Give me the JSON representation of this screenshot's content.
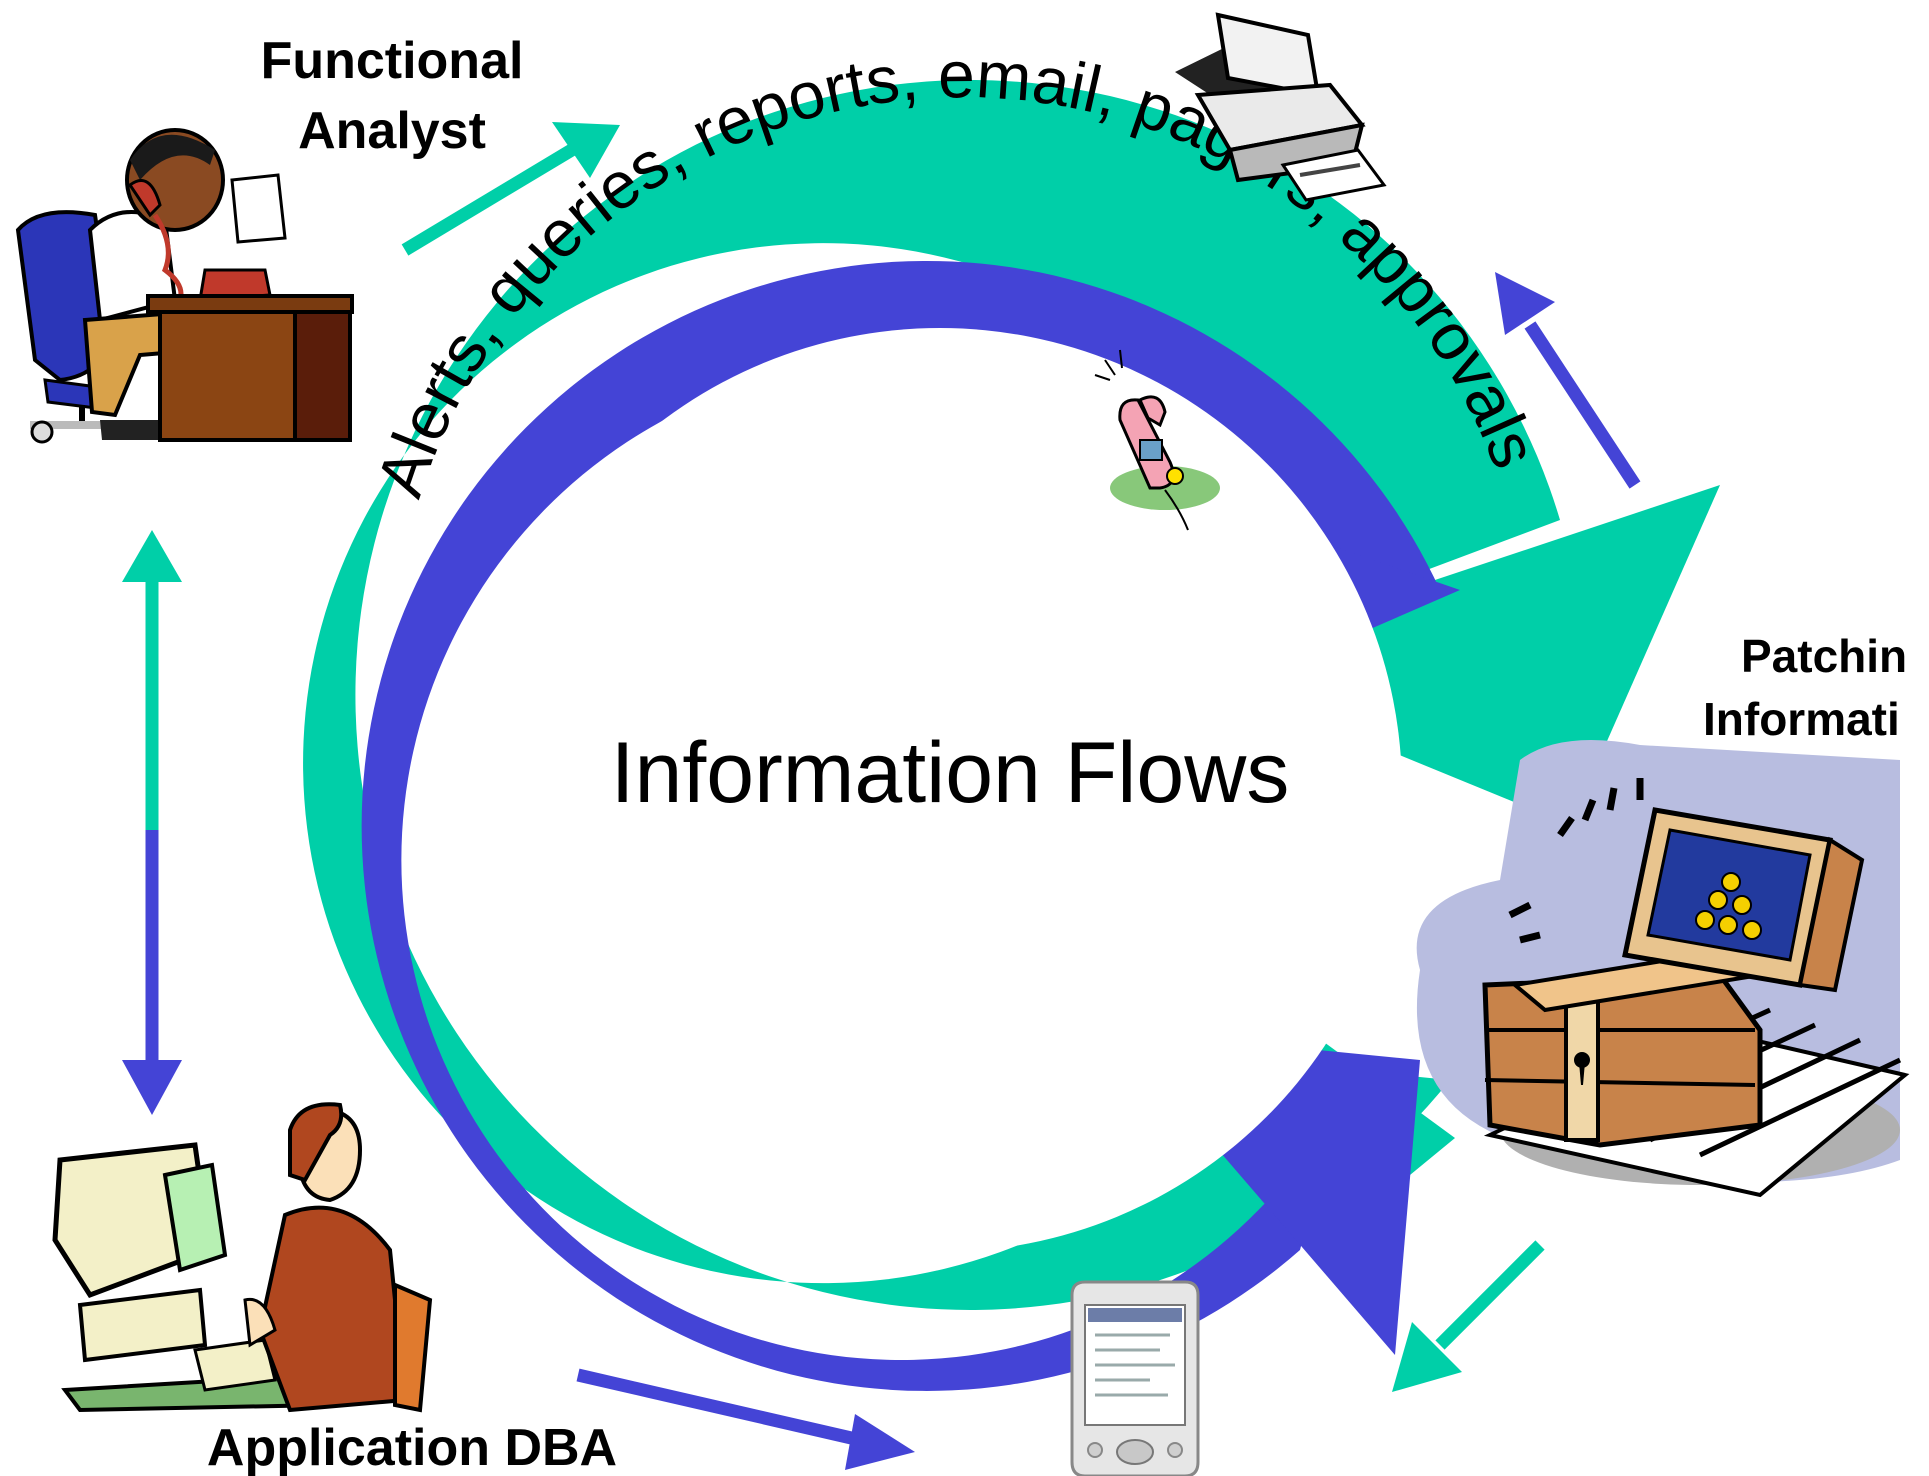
{
  "labels": {
    "functional_analyst_line1": "Functional",
    "functional_analyst_line2": "Analyst",
    "application_dba": "Application DBA",
    "patching_line1": "Patchin",
    "patching_line2": "Informati"
  },
  "center_title": "Information Flows",
  "arc_text": "Alerts, queries, reports, email, pagers, approvals",
  "colors": {
    "teal": "#00cfa8",
    "blue": "#4444d6"
  },
  "icons": [
    "functional-analyst-figure",
    "printer-icon",
    "cell-phone-icon",
    "patching-chest-laptop-icon",
    "pda-icon",
    "application-dba-figure"
  ]
}
